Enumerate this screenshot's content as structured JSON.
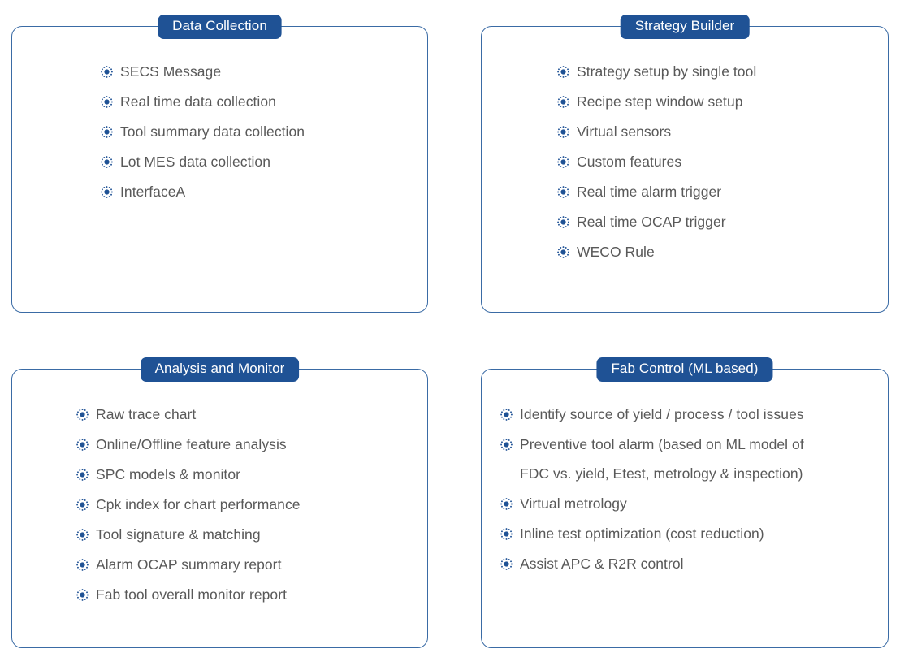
{
  "colors": {
    "badge_bg": "#1f5295",
    "badge_text": "#ffffff",
    "card_border": "#3a6ba5",
    "item_text": "#595959",
    "bullet": "#1f5295",
    "page_bg": "#ffffff"
  },
  "bullet_icon": "radiating-dot-icon",
  "panels": [
    {
      "id": "data-collection",
      "title": "Data Collection",
      "items": [
        {
          "text": "SECS Message"
        },
        {
          "text": "Real time data collection"
        },
        {
          "text": "Tool summary data collection"
        },
        {
          "text": "Lot MES data collection"
        },
        {
          "text": "InterfaceA"
        }
      ]
    },
    {
      "id": "strategy-builder",
      "title": "Strategy Builder",
      "items": [
        {
          "text": "Strategy setup by single tool"
        },
        {
          "text": "Recipe step window setup"
        },
        {
          "text": "Virtual sensors"
        },
        {
          "text": "Custom features"
        },
        {
          "text": "Real time alarm trigger"
        },
        {
          "text": "Real time OCAP trigger"
        },
        {
          "text": "WECO Rule"
        }
      ]
    },
    {
      "id": "analysis-and-monitor",
      "title": "Analysis and Monitor",
      "items": [
        {
          "text": "Raw trace chart"
        },
        {
          "text": "Online/Offline feature analysis"
        },
        {
          "text": "SPC models & monitor"
        },
        {
          "text": "Cpk index for chart performance"
        },
        {
          "text": "Tool signature & matching"
        },
        {
          "text": "Alarm OCAP summary report"
        },
        {
          "text": "Fab tool overall monitor report"
        }
      ]
    },
    {
      "id": "fab-control-ml-based",
      "title": "Fab Control (ML based)",
      "items": [
        {
          "text": "Identify source of yield / process / tool issues"
        },
        {
          "text": "Preventive tool alarm (based on ML model of",
          "line2": "FDC vs. yield, Etest, metrology & inspection)"
        },
        {
          "text": "Virtual metrology"
        },
        {
          "text": "Inline test optimization (cost reduction)"
        },
        {
          "text": "Assist APC & R2R control"
        }
      ]
    }
  ]
}
